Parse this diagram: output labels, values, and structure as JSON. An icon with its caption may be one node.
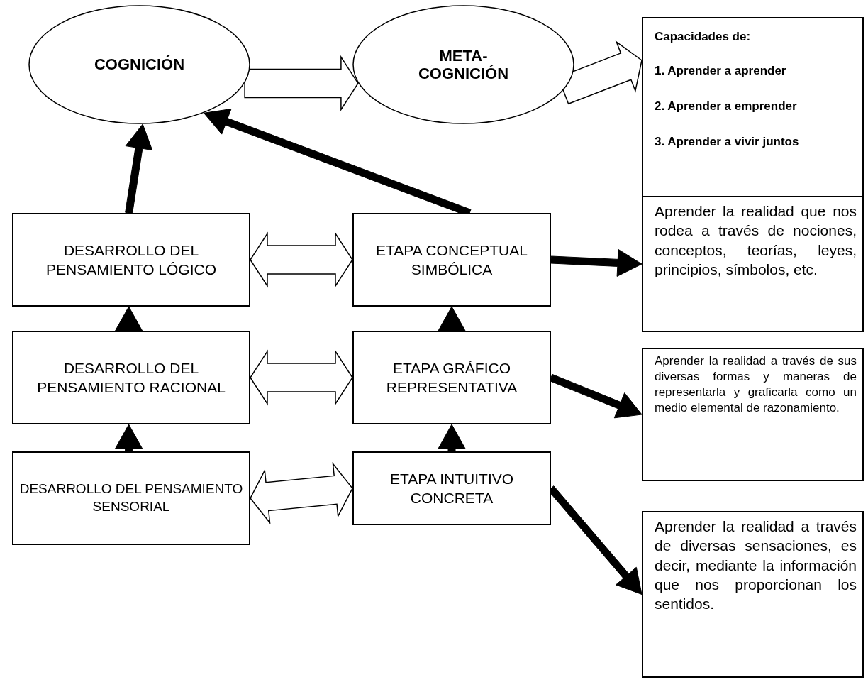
{
  "diagram": {
    "nodes": [
      {
        "text": [
          "COGNICIÓN"
        ]
      },
      {
        "text": [
          "META- COGNICIÓN"
        ]
      },
      {
        "text": [
          "Capacidades de:",
          "1. Aprender a aprender",
          "2. Aprender a emprender",
          "3. Aprender a vivir juntos"
        ]
      },
      {
        "text": [
          "DESARROLLO DEL PENSAMIENTO LÓGICO"
        ]
      },
      {
        "text": [
          "ETAPA CONCEPTUAL SIMBÓLICA"
        ]
      },
      {
        "text": [
          "Aprender la realidad que nos rodea a través de nociones, conceptos, teorías, leyes, principios, símbolos, etc."
        ]
      },
      {
        "text": [
          "DESARROLLO DEL PENSAMIENTO RACIONAL"
        ]
      },
      {
        "text": [
          "ETAPA GRÁFICO REPRESENTATIVA"
        ]
      },
      {
        "text": [
          "Aprender la realidad a través de sus diversas formas y maneras de representarla y graficarla como un medio elemental de razonamiento."
        ]
      },
      {
        "text": [
          "DESARROLLO DEL PENSAMIENTO SENSORIAL"
        ]
      },
      {
        "text": [
          "ETAPA INTUITIVO CONCRETA"
        ]
      },
      {
        "text": [
          "Aprender la realidad a través de diversas sensaciones, es decir, mediante la información que nos proporcionan los sentidos."
        ]
      }
    ],
    "edges": [
      {
        "from": 0,
        "to": 1,
        "arrow": "to"
      },
      {
        "from": 1,
        "to": 2,
        "arrow": "to"
      },
      {
        "from": 3,
        "to": 0,
        "arrow": "to",
        "style": "thick"
      },
      {
        "from": 4,
        "to": 0,
        "arrow": "to",
        "style": "thick"
      },
      {
        "from": 3,
        "to": 4,
        "arrow": "both"
      },
      {
        "from": 4,
        "to": 5,
        "arrow": "to",
        "style": "thick"
      },
      {
        "from": 6,
        "to": 3,
        "arrow": "to",
        "style": "thick"
      },
      {
        "from": 7,
        "to": 4,
        "arrow": "to",
        "style": "thick"
      },
      {
        "from": 6,
        "to": 7,
        "arrow": "both"
      },
      {
        "from": 7,
        "to": 8,
        "arrow": "to",
        "style": "thick"
      },
      {
        "from": 9,
        "to": 6,
        "arrow": "to",
        "style": "thick"
      },
      {
        "from": 10,
        "to": 7,
        "arrow": "to",
        "style": "thick"
      },
      {
        "from": 9,
        "to": 10,
        "arrow": "both"
      },
      {
        "from": 10,
        "to": 11,
        "arrow": "to",
        "style": "thick"
      }
    ]
  }
}
